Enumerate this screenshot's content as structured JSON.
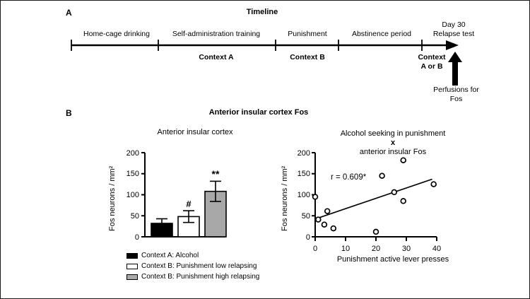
{
  "figure": {
    "panels": [
      {
        "letter": "A",
        "title": "Timeline"
      },
      {
        "letter": "B",
        "title": "Anterior insular cortex Fos"
      }
    ]
  },
  "timeline": {
    "label": "Timeline",
    "panel_letter": "A",
    "segments": [
      {
        "top": "Home-cage drinking",
        "bottom": ""
      },
      {
        "top": "Self-administration training",
        "bottom": "Context A"
      },
      {
        "top": "Punishment",
        "bottom": "Context B"
      },
      {
        "top": "Abstinence period",
        "bottom": ""
      },
      {
        "top_line1": "Day 30",
        "top_line2": "Relapse test",
        "bottom_line1": "Context",
        "bottom_line2": "A or B"
      }
    ],
    "annotation_line1": "Perfusions for",
    "annotation_line2": "Fos"
  },
  "panel_b": {
    "letter": "B",
    "title": "Anterior insular cortex Fos"
  },
  "legend": {
    "items": [
      {
        "label": "Context A: Alcohol",
        "color": "#000000",
        "style": "filled-black"
      },
      {
        "label": "Context B: Punishment low relapsing",
        "color": "#ffffff",
        "style": "open-white"
      },
      {
        "label": "Context B: Punishment high relapsing",
        "color": "#a8a8a8",
        "style": "filled-gray"
      }
    ]
  },
  "chart_data": [
    {
      "type": "bar",
      "title": "Anterior insular cortex",
      "xlabel": "",
      "ylabel": "Fos neurons / mm²",
      "ylim": [
        0,
        200
      ],
      "yticks": [
        0,
        50,
        100,
        150,
        200
      ],
      "grid": false,
      "legend_position": "below",
      "categories": [
        "Context A: Alcohol",
        "Context B: Punishment low relapsing",
        "Context B: Punishment high relapsing"
      ],
      "values": [
        32,
        48,
        108
      ],
      "errors": [
        11,
        14,
        24
      ],
      "bar_colors": [
        "#000000",
        "#ffffff",
        "#a8a8a8"
      ],
      "annotations": [
        {
          "category": "Context B: Punishment low relapsing",
          "text": "#"
        },
        {
          "category": "Context B: Punishment high relapsing",
          "text": "**"
        }
      ]
    },
    {
      "type": "scatter",
      "title_line1": "Alcohol seeking in punishment",
      "title_line2": "x",
      "title_line3": "anterior insular Fos",
      "xlabel": "Punishment active lever presses",
      "ylabel": "Fos neurons / mm²",
      "xlim": [
        0,
        40
      ],
      "ylim": [
        0,
        200
      ],
      "xticks": [
        0,
        10,
        20,
        30,
        40
      ],
      "yticks": [
        0,
        50,
        100,
        150,
        200
      ],
      "grid": false,
      "annotation": "r = 0.609*",
      "points": [
        {
          "x": 0,
          "y": 95
        },
        {
          "x": 1,
          "y": 41
        },
        {
          "x": 3,
          "y": 29
        },
        {
          "x": 4,
          "y": 61
        },
        {
          "x": 6,
          "y": 20
        },
        {
          "x": 20,
          "y": 12
        },
        {
          "x": 22,
          "y": 145
        },
        {
          "x": 26,
          "y": 106
        },
        {
          "x": 29,
          "y": 182
        },
        {
          "x": 29,
          "y": 85
        },
        {
          "x": 39,
          "y": 125
        }
      ],
      "fit_line": {
        "x0": 0.3,
        "y0": 43,
        "x1": 38.5,
        "y1": 137
      }
    }
  ]
}
